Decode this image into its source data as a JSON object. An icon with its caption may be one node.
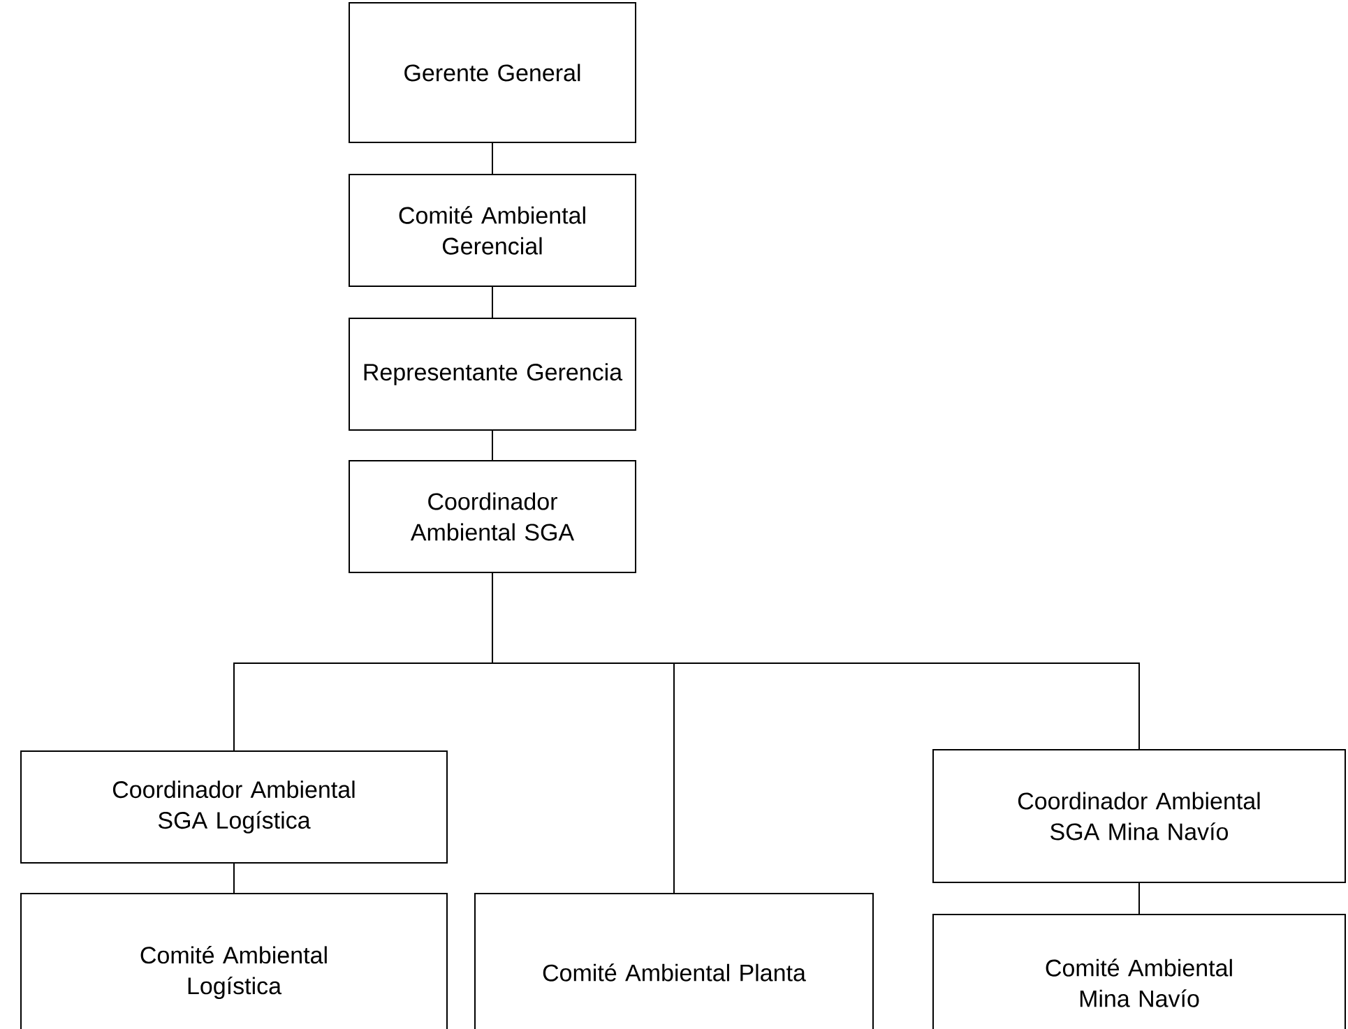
{
  "diagram": {
    "nodes": [
      {
        "text": [
          "Gerente General"
        ]
      },
      {
        "text": [
          "Comité Ambiental Gerencial"
        ]
      },
      {
        "text": [
          "Representante Gerencia"
        ]
      },
      {
        "text": [
          "Coordinador Ambiental SGA"
        ]
      },
      {
        "text": [
          "Coordinador Ambiental SGA Logística"
        ]
      },
      {
        "text": [
          "Coordinador Ambiental SGA Mina Navío"
        ]
      },
      {
        "text": [
          "Comité Ambiental Logística"
        ]
      },
      {
        "text": [
          "Comité Ambiental Planta"
        ]
      },
      {
        "text": [
          "Comité Ambiental Mina Navío"
        ]
      }
    ],
    "edges": [
      {
        "from": 0,
        "to": 1,
        "arrow": "none"
      },
      {
        "from": 1,
        "to": 2,
        "arrow": "none"
      },
      {
        "from": 2,
        "to": 3,
        "arrow": "none"
      },
      {
        "from": 3,
        "to": 4,
        "arrow": "none"
      },
      {
        "from": 3,
        "to": 7,
        "arrow": "none"
      },
      {
        "from": 3,
        "to": 5,
        "arrow": "none"
      },
      {
        "from": 4,
        "to": 6,
        "arrow": "none"
      },
      {
        "from": 5,
        "to": 8,
        "arrow": "none"
      }
    ]
  }
}
